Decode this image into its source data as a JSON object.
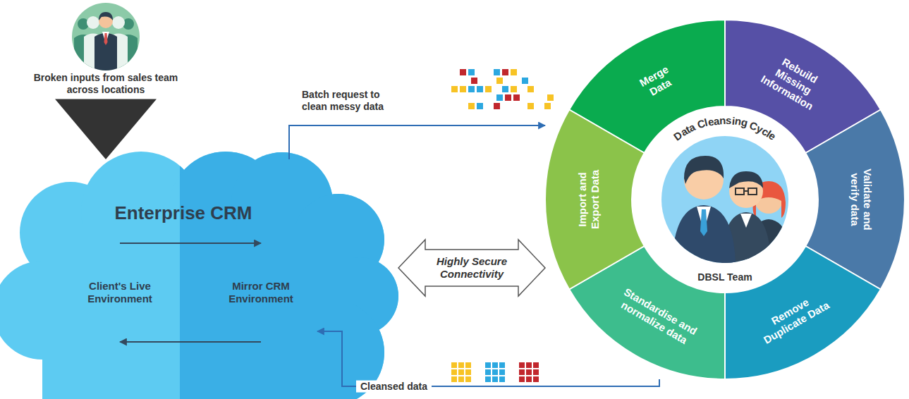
{
  "diagram": {
    "nodes": [
      {
        "text": [
          "Broken inputs from sales team across locations"
        ]
      },
      {
        "text": [
          "Enterprise CRM"
        ]
      },
      {
        "text": [
          "Client's Live Environment"
        ],
        "in": 1
      },
      {
        "text": [
          "Mirror CRM Environment"
        ],
        "in": 1
      },
      {
        "text": [
          "Data Cleansing Cycle"
        ]
      },
      {
        "text": [
          "Merge Data"
        ],
        "in": 4
      },
      {
        "text": [
          "Rebuild Missing Information"
        ],
        "in": 4
      },
      {
        "text": [
          "Validate and verify data"
        ],
        "in": 4
      },
      {
        "text": [
          "Remove Duplicate Data"
        ],
        "in": 4
      },
      {
        "text": [
          "Standardise and normalize data"
        ],
        "in": 4
      },
      {
        "text": [
          "Import and Export Data"
        ],
        "in": 4
      },
      {
        "text": [
          "DBSL Team"
        ],
        "in": 4
      }
    ],
    "edges": [
      {
        "from": 0,
        "to": 1,
        "arrow": "to"
      },
      {
        "from": 2,
        "to": 3,
        "arrow": "to"
      },
      {
        "from": 3,
        "to": 2,
        "arrow": "to"
      },
      {
        "from": 1,
        "to": 4,
        "label": "Batch request to clean messy data",
        "arrow": "to"
      },
      {
        "from": 1,
        "to": 4,
        "label": "Highly Secure Connectivity",
        "arrow": "both"
      },
      {
        "from": 4,
        "to": 3,
        "label": "Cleansed data",
        "arrow": "to"
      }
    ]
  }
}
